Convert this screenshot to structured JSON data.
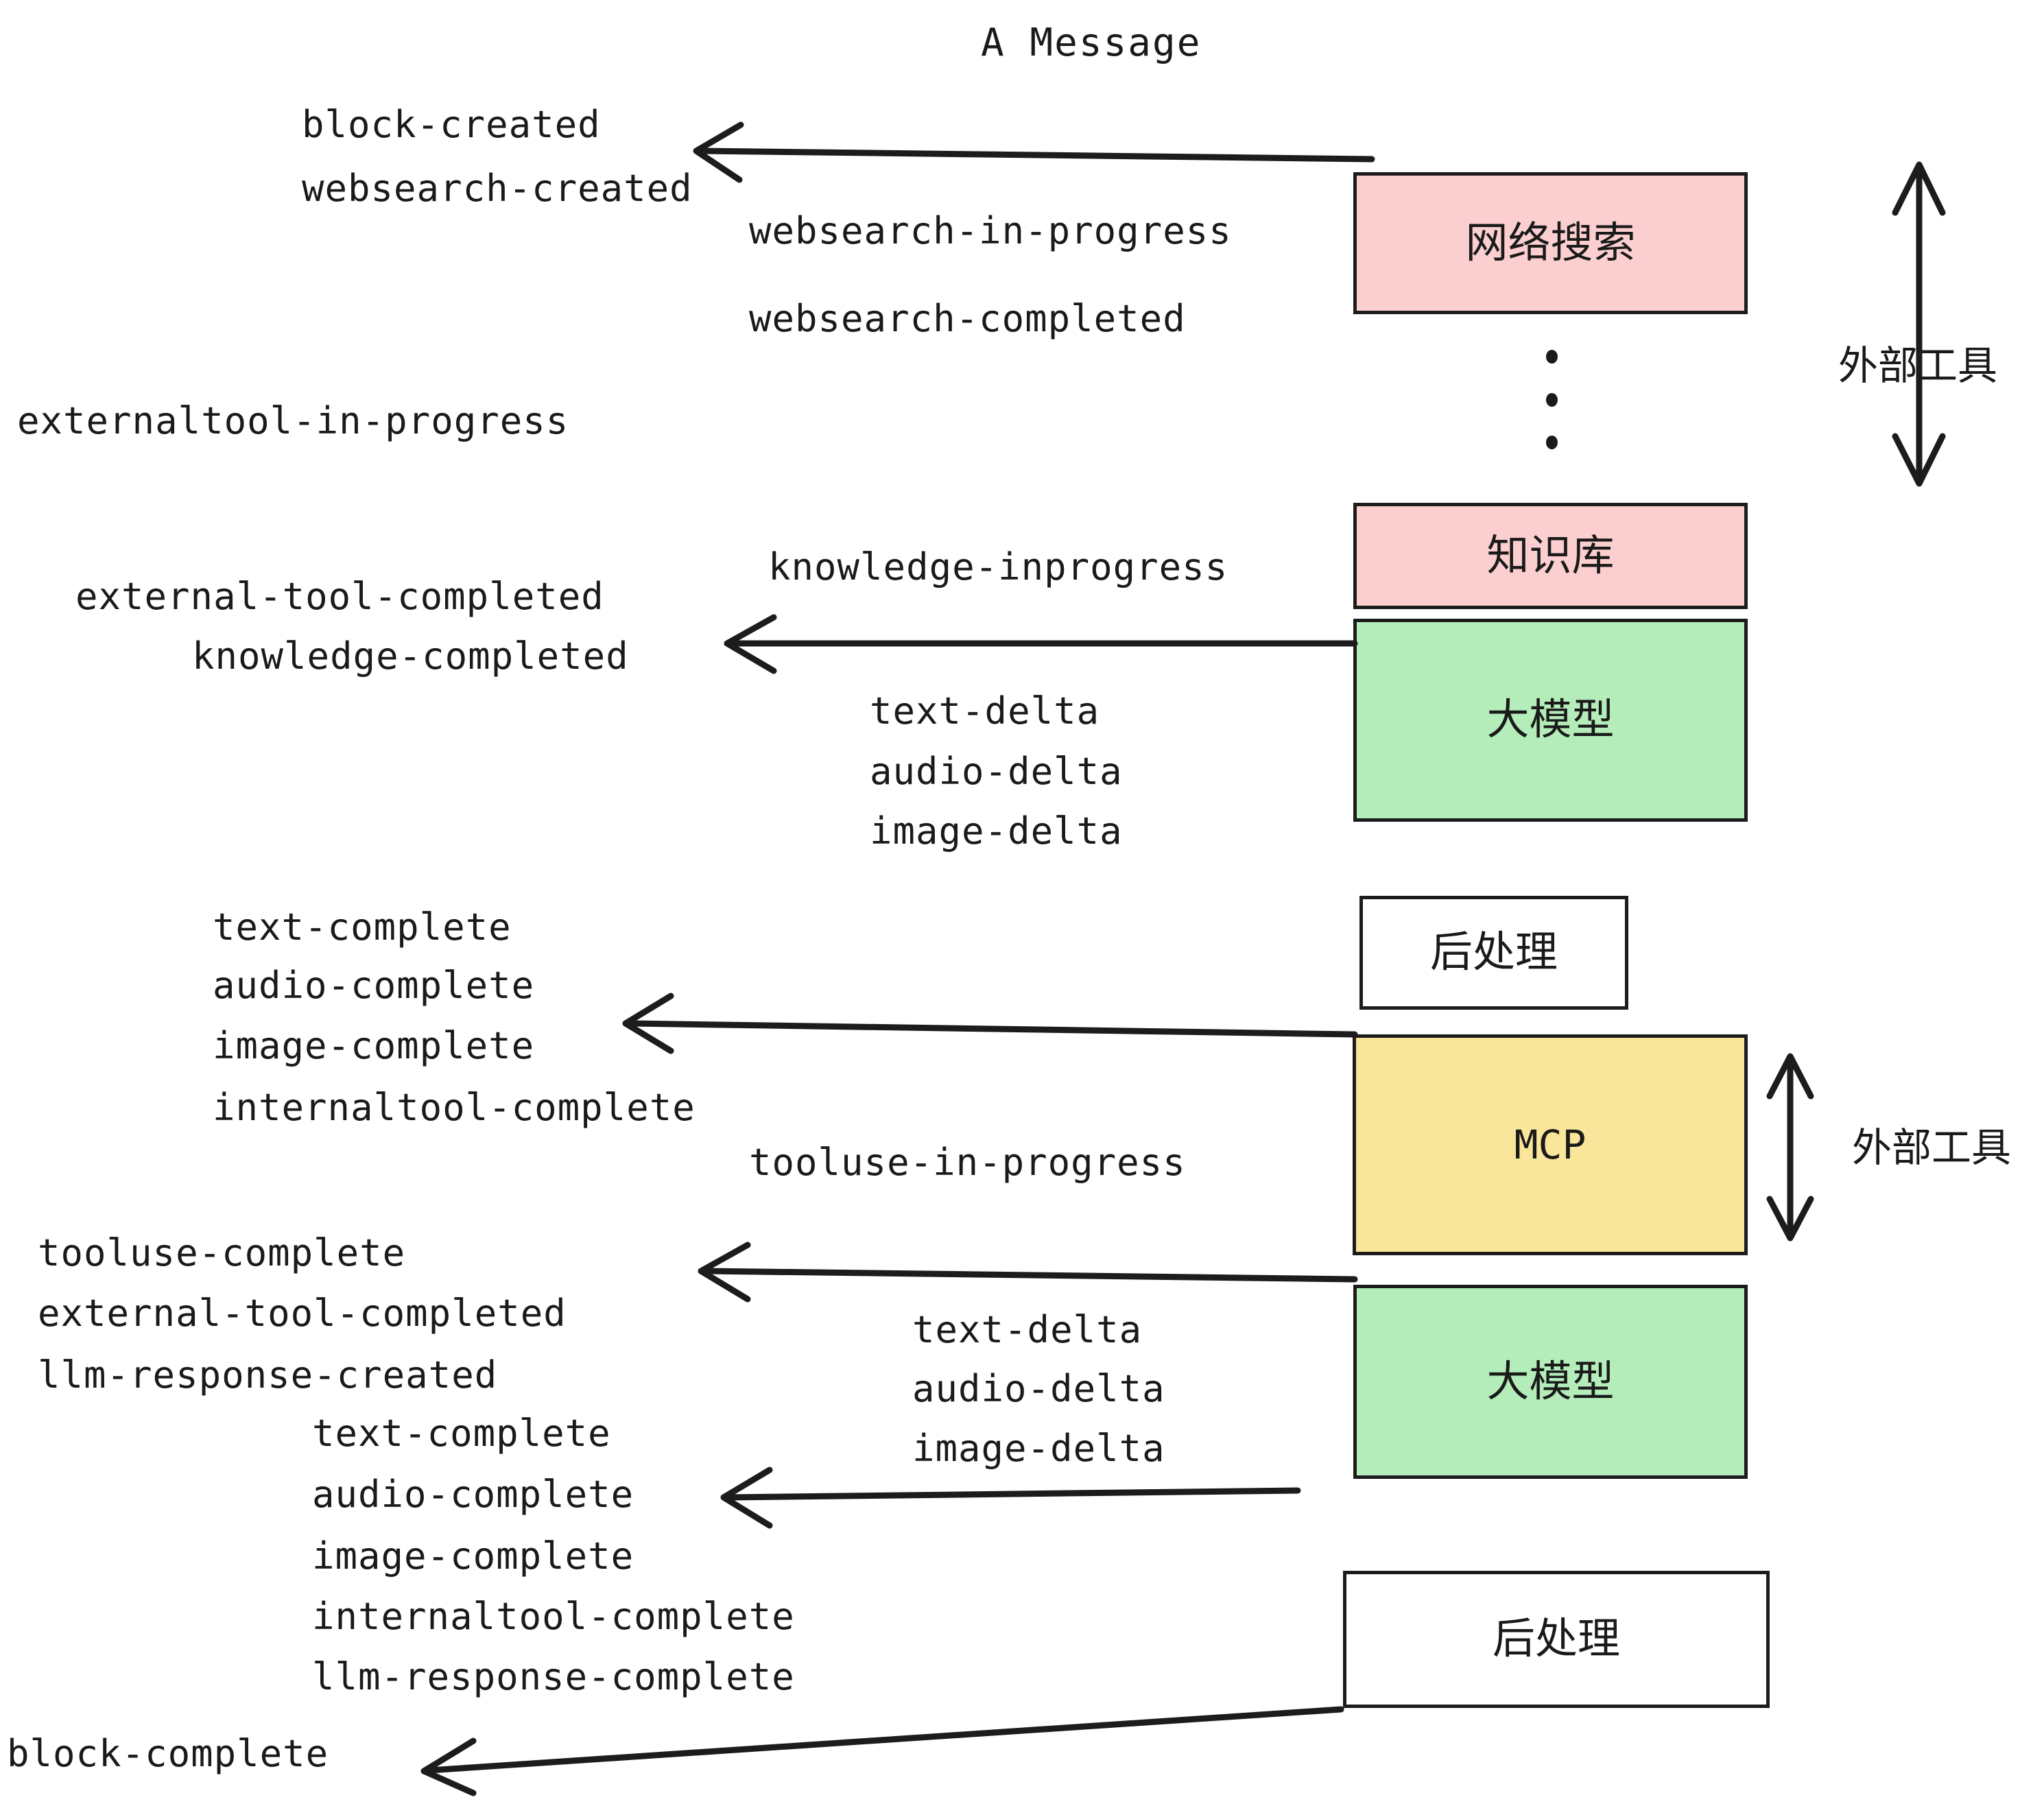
{
  "title": "A Message",
  "colors": {
    "pink": "#fbcfcf",
    "green": "#b4edba",
    "yellow": "#fae69a",
    "white": "#ffffff",
    "stroke": "#1c1c1c",
    "text": "#1a1a1a"
  },
  "boxes": [
    {
      "label": "网络搜索",
      "fill": "#fbcfcf",
      "mono": false
    },
    {
      "label": "知识库",
      "fill": "#fbcfcf",
      "mono": false
    },
    {
      "label": "大模型",
      "fill": "#b4edba",
      "mono": false
    },
    {
      "label": "后处理",
      "fill": "#ffffff",
      "mono": false
    },
    {
      "label": "MCP",
      "fill": "#fae69a",
      "mono": true
    },
    {
      "label": "大模型",
      "fill": "#b4edba",
      "mono": false
    },
    {
      "label": "后处理",
      "fill": "#ffffff",
      "mono": false
    }
  ],
  "side_labels": [
    {
      "text": "外部工具"
    },
    {
      "text": "外部工具"
    }
  ],
  "events": [
    {
      "text": "block-created"
    },
    {
      "text": "websearch-created"
    },
    {
      "text": "websearch-in-progress"
    },
    {
      "text": "websearch-completed"
    },
    {
      "text": "externaltool-in-progress"
    },
    {
      "text": "knowledge-inprogress"
    },
    {
      "text": "external-tool-completed"
    },
    {
      "text": "knowledge-completed"
    },
    {
      "text": "text-delta"
    },
    {
      "text": "audio-delta"
    },
    {
      "text": "image-delta"
    },
    {
      "text": "text-complete"
    },
    {
      "text": "audio-complete"
    },
    {
      "text": "image-complete"
    },
    {
      "text": "internaltool-complete"
    },
    {
      "text": "tooluse-in-progress"
    },
    {
      "text": "tooluse-complete"
    },
    {
      "text": "external-tool-completed"
    },
    {
      "text": "llm-response-created"
    },
    {
      "text": "text-complete"
    },
    {
      "text": "audio-delta"
    },
    {
      "text": "text-delta"
    },
    {
      "text": "image-delta"
    },
    {
      "text": "audio-complete"
    },
    {
      "text": "image-complete"
    },
    {
      "text": "internaltool-complete"
    },
    {
      "text": "llm-response-complete"
    },
    {
      "text": "block-complete"
    }
  ]
}
